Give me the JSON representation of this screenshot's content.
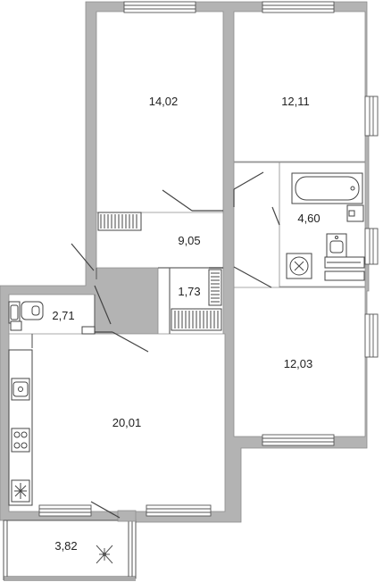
{
  "colors": {
    "wall": "#b3b3b3",
    "wall_stroke": "#8c8c8c",
    "line": "#444444",
    "fixture": "#555555",
    "room_fill": "#ffffff"
  },
  "rooms": {
    "bedroom_left": {
      "area": "14,02"
    },
    "bedroom_right": {
      "area": "12,11"
    },
    "bathroom": {
      "area": "4,60"
    },
    "hall": {
      "area": "9,05"
    },
    "closet": {
      "area": "1,73"
    },
    "toilet": {
      "area": "2,71"
    },
    "bedroom_lower": {
      "area": "12,03"
    },
    "kitchen_living": {
      "area": "20,01"
    },
    "balcony": {
      "area": "3,82"
    }
  }
}
